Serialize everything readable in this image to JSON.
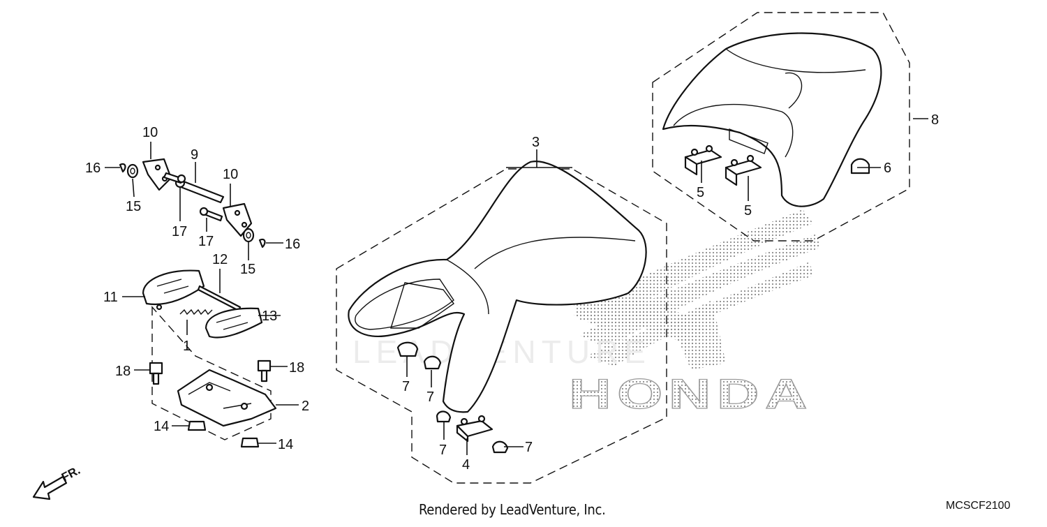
{
  "diagram": {
    "callouts": [
      {
        "id": "c1",
        "label": "1"
      },
      {
        "id": "c2",
        "label": "2"
      },
      {
        "id": "c3",
        "label": "3"
      },
      {
        "id": "c4",
        "label": "4"
      },
      {
        "id": "c5a",
        "label": "5"
      },
      {
        "id": "c5b",
        "label": "5"
      },
      {
        "id": "c6",
        "label": "6"
      },
      {
        "id": "c7a",
        "label": "7"
      },
      {
        "id": "c7b",
        "label": "7"
      },
      {
        "id": "c7c",
        "label": "7"
      },
      {
        "id": "c7d",
        "label": "7"
      },
      {
        "id": "c8",
        "label": "8"
      },
      {
        "id": "c9",
        "label": "9"
      },
      {
        "id": "c10a",
        "label": "10"
      },
      {
        "id": "c10b",
        "label": "10"
      },
      {
        "id": "c11",
        "label": "11"
      },
      {
        "id": "c12",
        "label": "12"
      },
      {
        "id": "c13",
        "label": "13"
      },
      {
        "id": "c14a",
        "label": "14"
      },
      {
        "id": "c14b",
        "label": "14"
      },
      {
        "id": "c15a",
        "label": "15"
      },
      {
        "id": "c15b",
        "label": "15"
      },
      {
        "id": "c16a",
        "label": "16"
      },
      {
        "id": "c16b",
        "label": "16"
      },
      {
        "id": "c17a",
        "label": "17"
      },
      {
        "id": "c17b",
        "label": "17"
      },
      {
        "id": "c18a",
        "label": "18"
      },
      {
        "id": "c18b",
        "label": "18"
      }
    ],
    "direction_label": "FR.",
    "brand_watermark": "HONDA",
    "vendor_watermark": "LEADVENTURE"
  },
  "footer": {
    "credit": "Rendered by LeadVenture, Inc.",
    "code": "MCSCF2100"
  }
}
